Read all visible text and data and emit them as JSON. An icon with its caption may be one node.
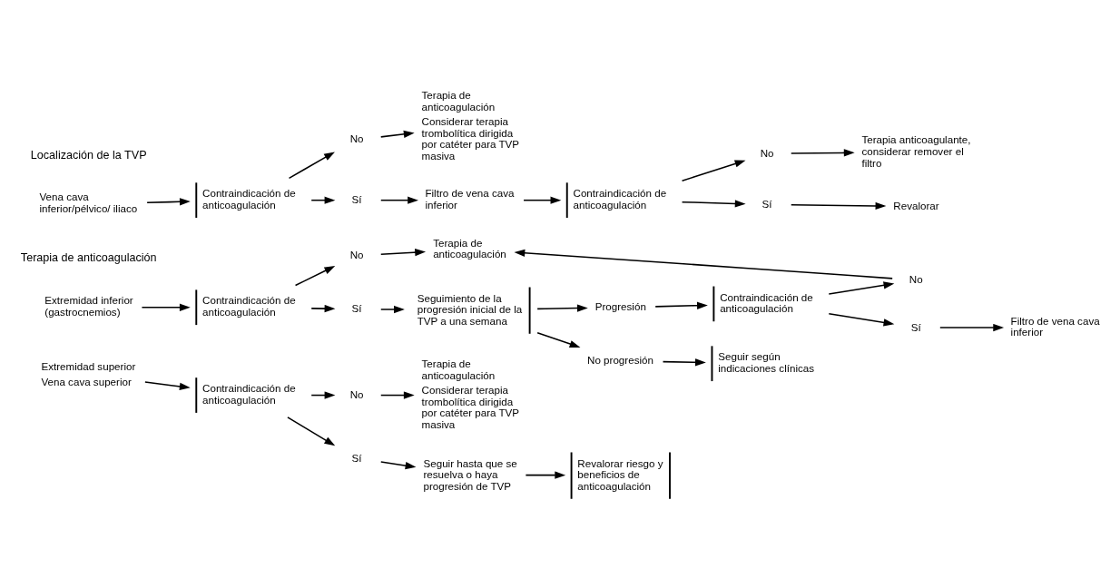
{
  "diagram": {
    "nodes": [
      {
        "text": [
          "Vena cava inferior/pélvico/ iliaco"
        ]
      },
      {
        "text": [
          "Contraindicación de anticoagulación"
        ]
      },
      {
        "text": [
          "No"
        ]
      },
      {
        "text": [
          "Terapia de anticoagulación",
          "Considerar terapia trombolítica dirigida por catéter para TVP masiva"
        ]
      },
      {
        "text": [
          "Sí"
        ]
      },
      {
        "text": [
          "Filtro de vena cava inferior"
        ]
      },
      {
        "text": [
          "Contraindicación de anticoagulación"
        ]
      },
      {
        "text": [
          "No"
        ]
      },
      {
        "text": [
          "Terapia anticoagulante, considerar remover el filtro"
        ]
      },
      {
        "text": [
          "Sí"
        ]
      },
      {
        "text": [
          "Revalorar"
        ]
      },
      {
        "text": [
          "Extremidad inferior (gastrocnemios)"
        ]
      },
      {
        "text": [
          "Contraindicación de anticoagulación"
        ]
      },
      {
        "text": [
          "No"
        ]
      },
      {
        "text": [
          "Terapia de anticoagulación"
        ]
      },
      {
        "text": [
          "Sí"
        ]
      },
      {
        "text": [
          "Seguimiento de la progresión inicial de la TVP a una semana"
        ]
      },
      {
        "text": [
          "Progresión"
        ]
      },
      {
        "text": [
          "Contraindicación de anticoagulación"
        ]
      },
      {
        "text": [
          "No"
        ]
      },
      {
        "text": [
          "Sí"
        ]
      },
      {
        "text": [
          "Filtro de vena cava inferior"
        ]
      },
      {
        "text": [
          "No progresión"
        ]
      },
      {
        "text": [
          "Seguir según indicaciones clínicas"
        ]
      },
      {
        "text": [
          "Extremidad superior",
          "Vena cava superior"
        ]
      },
      {
        "text": [
          "Contraindicación de anticoagulación"
        ]
      },
      {
        "text": [
          "No"
        ]
      },
      {
        "text": [
          "Terapia de anticoagulación",
          "Considerar terapia trombolítica dirigida por catéter para TVP masiva"
        ]
      },
      {
        "text": [
          "Sí"
        ]
      },
      {
        "text": [
          "Seguir hasta que se resuelva o haya progresión de TVP"
        ]
      },
      {
        "text": [
          "Revalorar riesgo y beneficios de anticoagulación"
        ]
      }
    ],
    "edges": [
      {
        "from": 0,
        "to": 1,
        "arrow": "to"
      },
      {
        "from": 1,
        "to": 2,
        "arrow": "to"
      },
      {
        "from": 2,
        "to": 3,
        "arrow": "to"
      },
      {
        "from": 1,
        "to": 4,
        "arrow": "to"
      },
      {
        "from": 4,
        "to": 5,
        "arrow": "to"
      },
      {
        "from": 5,
        "to": 6,
        "arrow": "to"
      },
      {
        "from": 6,
        "to": 7,
        "arrow": "to"
      },
      {
        "from": 7,
        "to": 8,
        "arrow": "to"
      },
      {
        "from": 6,
        "to": 9,
        "arrow": "to"
      },
      {
        "from": 9,
        "to": 10,
        "arrow": "to"
      },
      {
        "from": 11,
        "to": 12,
        "arrow": "to"
      },
      {
        "from": 12,
        "to": 13,
        "arrow": "to"
      },
      {
        "from": 13,
        "to": 14,
        "arrow": "to"
      },
      {
        "from": 12,
        "to": 15,
        "arrow": "to"
      },
      {
        "from": 15,
        "to": 16,
        "arrow": "to"
      },
      {
        "from": 16,
        "to": 17,
        "arrow": "to"
      },
      {
        "from": 17,
        "to": 18,
        "arrow": "to"
      },
      {
        "from": 18,
        "to": 19,
        "arrow": "to"
      },
      {
        "from": 19,
        "to": 14,
        "arrow": "to"
      },
      {
        "from": 18,
        "to": 20,
        "arrow": "to"
      },
      {
        "from": 20,
        "to": 21,
        "arrow": "to"
      },
      {
        "from": 16,
        "to": 22,
        "arrow": "to"
      },
      {
        "from": 22,
        "to": 23,
        "arrow": "to"
      },
      {
        "from": 24,
        "to": 25,
        "arrow": "to"
      },
      {
        "from": 25,
        "to": 26,
        "arrow": "to"
      },
      {
        "from": 26,
        "to": 27,
        "arrow": "to"
      },
      {
        "from": 25,
        "to": 28,
        "arrow": "to"
      },
      {
        "from": 28,
        "to": 29,
        "arrow": "to"
      },
      {
        "from": 29,
        "to": 30,
        "arrow": "to"
      }
    ],
    "labels": [
      "Localización de la TVP",
      "Terapia de anticoagulación"
    ]
  }
}
